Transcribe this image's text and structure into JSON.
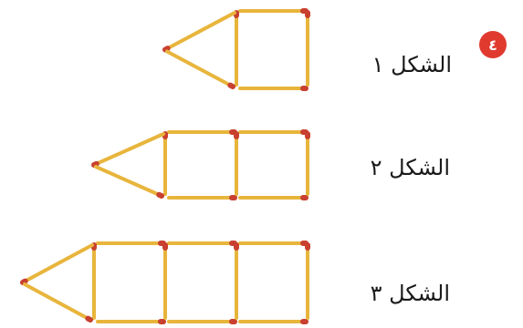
{
  "exercise": {
    "number": "٤"
  },
  "figures": [
    {
      "label": "الشكل ١",
      "squares": 1
    },
    {
      "label": "الشكل ٢",
      "squares": 2
    },
    {
      "label": "الشكل ٣",
      "squares": 3
    }
  ],
  "colors": {
    "badge": "#e03a2f",
    "match_stick": "#e8b53c",
    "match_head": "#c8402f",
    "text": "#1a1a1a"
  },
  "icons": {
    "badge": "number-circle-icon",
    "figure": "matchstick-figure-icon"
  }
}
